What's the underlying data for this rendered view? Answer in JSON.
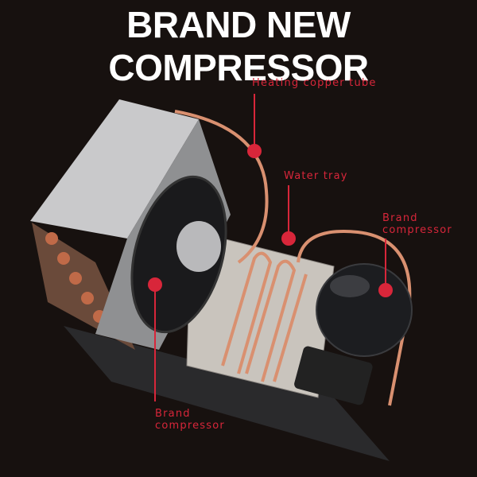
{
  "title": "BRAND NEW COMPRESSOR",
  "callouts": [
    {
      "id": "heating-tube",
      "text": "Heating copper tube"
    },
    {
      "id": "water-tray",
      "text": "Water tray"
    },
    {
      "id": "compressor-right",
      "line1": "Brand",
      "line2": "compressor"
    },
    {
      "id": "compressor-left",
      "line1": "Brand",
      "line2": "compressor"
    }
  ],
  "colors": {
    "background": "#17110f",
    "accent": "#d8263a",
    "copper": "#d99070"
  }
}
